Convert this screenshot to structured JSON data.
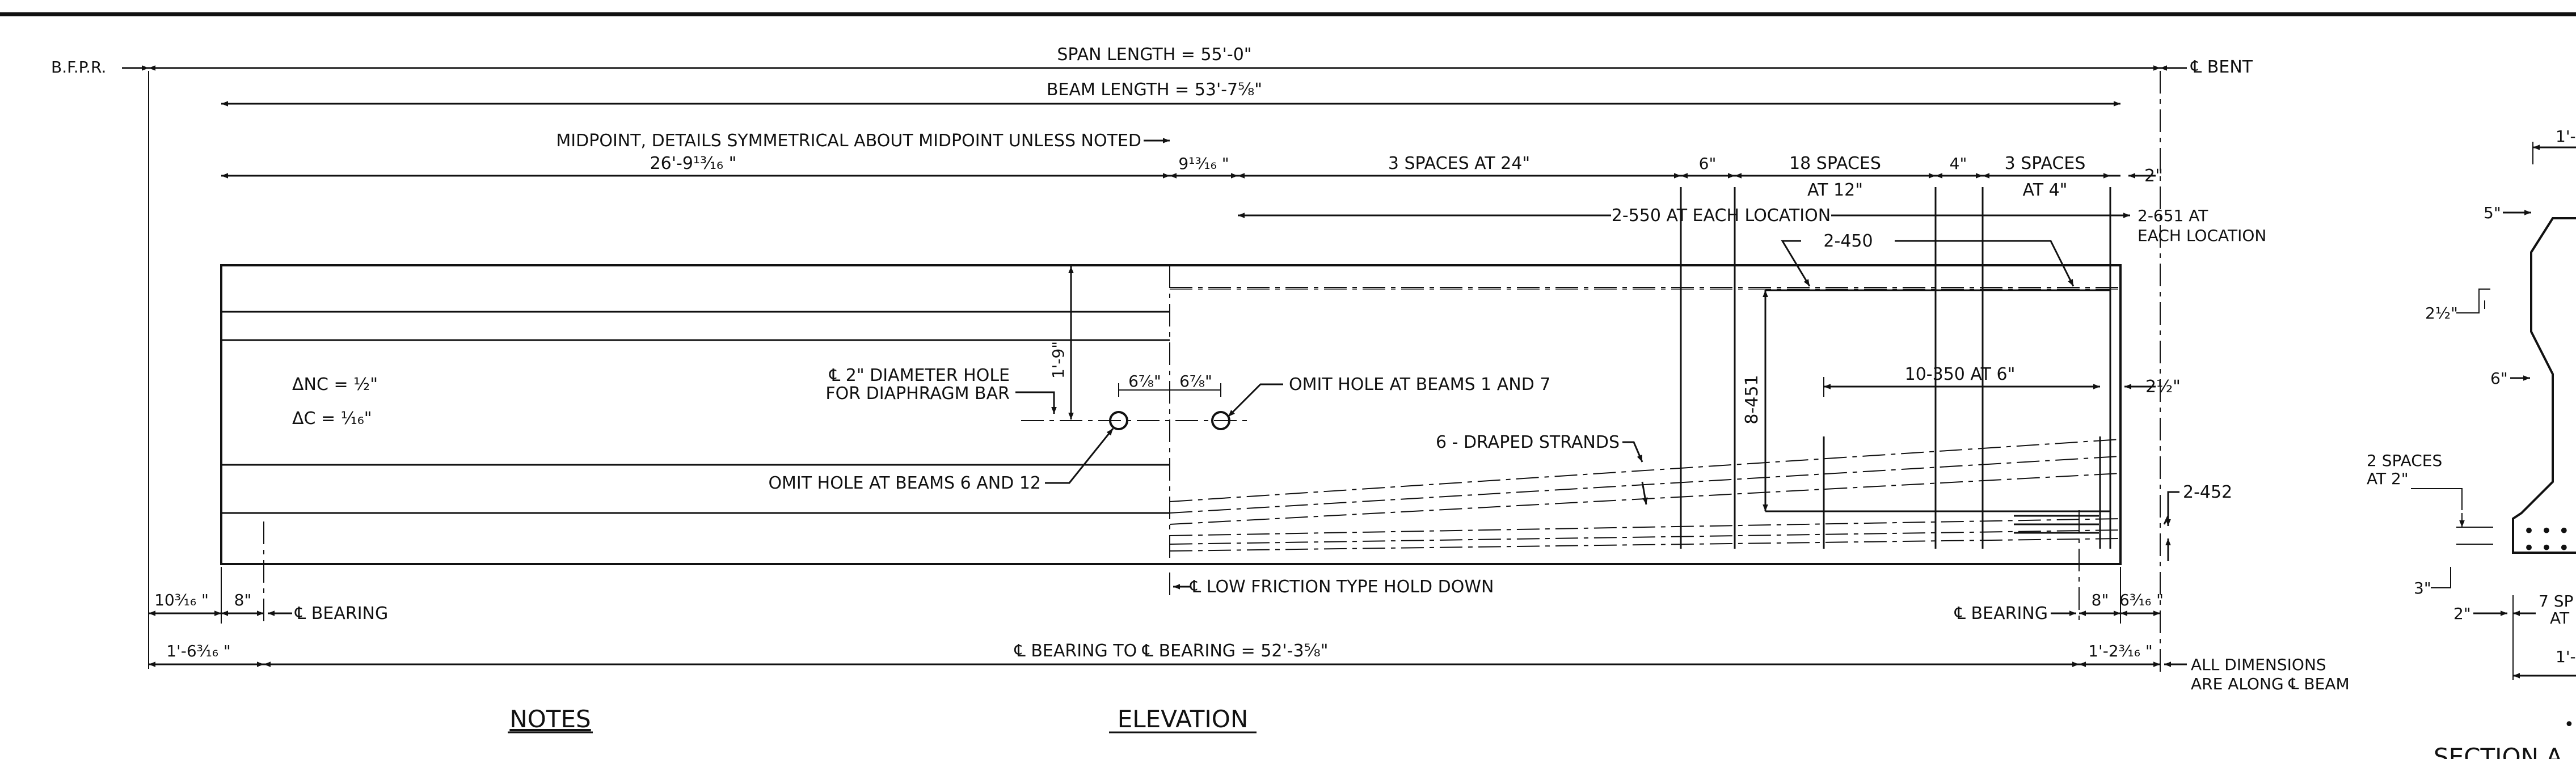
{
  "labels": {
    "bfpr": "B.F.P.R.",
    "span_length": "SPAN LENGTH = 55'-0\"",
    "cl_bent": "℄ BENT",
    "beam_length": "BEAM LENGTH = 53'-7⅝\"",
    "midpoint_note": "MIDPOINT, DETAILS SYMMETRICAL ABOUT MIDPOINT UNLESS NOTED",
    "half_length": "26'-9¹³⁄₁₆ \"",
    "dim_9_13_16": "9¹³⁄₁₆ \"",
    "three_spaces_24": "3 SPACES AT 24\"",
    "dim_6": "6\"",
    "eighteen_spaces": "18 SPACES",
    "at_12": "AT 12\"",
    "dim_4": "4\"",
    "three_spaces": "3 SPACES",
    "at_4": "AT 4\"",
    "dim_2": "2\"",
    "bars_2_550": "2-550 AT EACH LOCATION",
    "bars_2_651": "2-651 AT",
    "each_location": "EACH LOCATION",
    "bars_2_450": "2-450",
    "dim_1_9": "1'-9\"",
    "bars_8_451": "8-451",
    "bars_10_350": "10-350 AT 6\"",
    "dim_2_half": "2½\"",
    "delta_nc": "ΔNC = ½\"",
    "delta_c": "ΔC  = ¹⁄₁₆\"",
    "hole_note_1": "℄ 2\" DIAMETER HOLE",
    "hole_note_2": "FOR DIAPHRAGM BAR",
    "dim_6_7_8a": "6⅞\"",
    "dim_6_7_8b": "6⅞\"",
    "omit_hole_1_7": "OMIT HOLE AT BEAMS 1 AND 7",
    "draped_strands": "6 - DRAPED STRANDS",
    "omit_hole_6_12": "OMIT HOLE AT BEAMS 6 AND 12",
    "bars_2_452": "2-452",
    "hold_down": "℄ LOW FRICTION TYPE HOLD DOWN",
    "dim_10_3_16": "10³⁄₁₆ \"",
    "dim_8_left": "8\"",
    "cl_bearing_left": "℄ BEARING",
    "cl_bearing_right": "℄ BEARING",
    "dim_8_right": "8\"",
    "dim_6_3_16": "6³⁄₁₆ \"",
    "dim_1_6_3_16": "1'-6³⁄₁₆ \"",
    "bearing_to_bearing": "℄ BEARING TO ℄ BEARING = 52'-3⅝\"",
    "dim_1_2_3_16": "1'-2³⁄₁₆ \"",
    "all_dims_1": "ALL DIMENSIONS",
    "all_dims_2": "ARE ALONG ℄ BEAM",
    "notes_title": "NOTES",
    "elevation_title": "ELEVATION",
    "sec_1": "1'-",
    "sec_5": "5\"",
    "sec_2_half": "2½\"",
    "sec_6": "6\"",
    "sec_2_spaces": "2 SPACES",
    "sec_at_2": "AT 2\"",
    "sec_3": "3\"",
    "sec_2": "2\"",
    "sec_7_sp": "7 SP",
    "sec_at": "AT",
    "sec_1b": "1'-",
    "sec_bullet": "•",
    "section_title": "SECTION A"
  }
}
